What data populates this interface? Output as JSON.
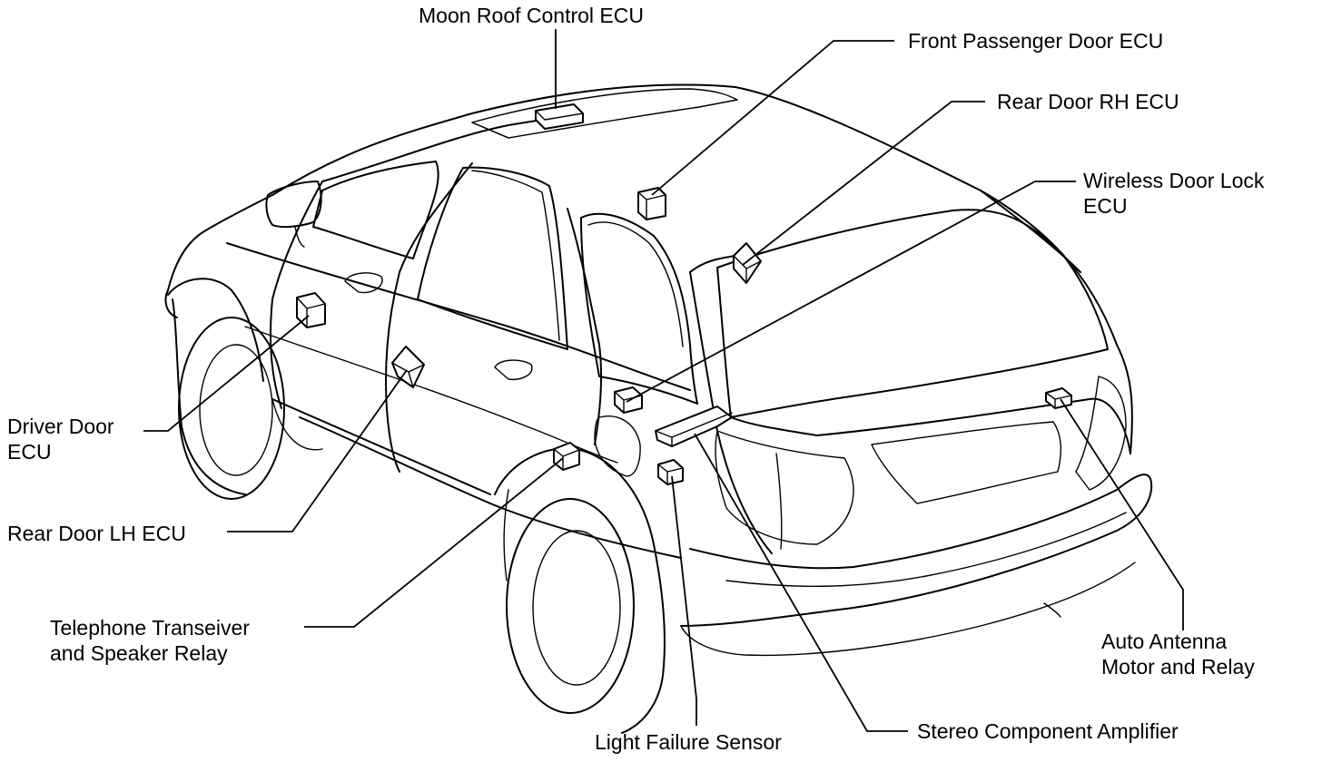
{
  "labels": {
    "moon_roof": "Moon Roof Control ECU",
    "front_passenger": "Front Passenger Door ECU",
    "rear_rh_ecu": "Rear Door RH ECU",
    "wireless_1": "Wireless Door Lock",
    "wireless_2": "ECU",
    "driver_1": "Driver Door",
    "driver_2": "ECU",
    "rear_lh_ecu": "Rear Door LH ECU",
    "telephone_1": "Telephone Transeiver",
    "telephone_2": "and Speaker Relay",
    "light_failure": "Light Failure Sensor",
    "stereo": "Stereo Component Amplifier",
    "antenna_1": "Auto Antenna",
    "antenna_2": "Motor and Relay"
  }
}
